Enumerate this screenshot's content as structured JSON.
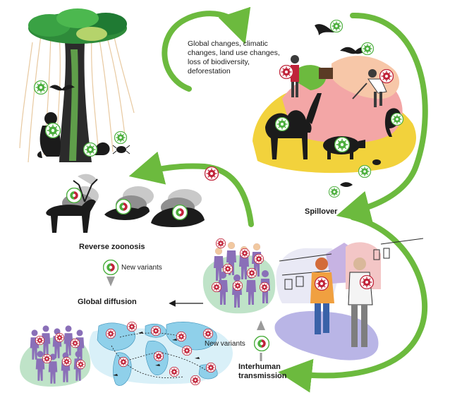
{
  "labels": {
    "drivers": [
      "Global changes, climatic",
      "changes, land use changes,",
      "loss of biodiversity,",
      "deforestation"
    ],
    "spillover": "Spillover",
    "reverse_zoonosis": "Reverse zoonosis",
    "new_variants_top": "New variants",
    "global_diffusion": "Global diffusion",
    "new_variants_bottom": "New variants",
    "interhuman": [
      "Interhuman",
      "transmission"
    ]
  },
  "colors": {
    "cycle_arrow": "#6cba3e",
    "virus_red": "#c0243a",
    "virus_green": "#4caf3e",
    "forest_canopy": "#2e8b3a",
    "field_yellow": "#f2d23c",
    "field_pink": "#f3a6a6",
    "map_blue": "#8fd0ea",
    "crowd_purple": "#8a6fb8"
  }
}
